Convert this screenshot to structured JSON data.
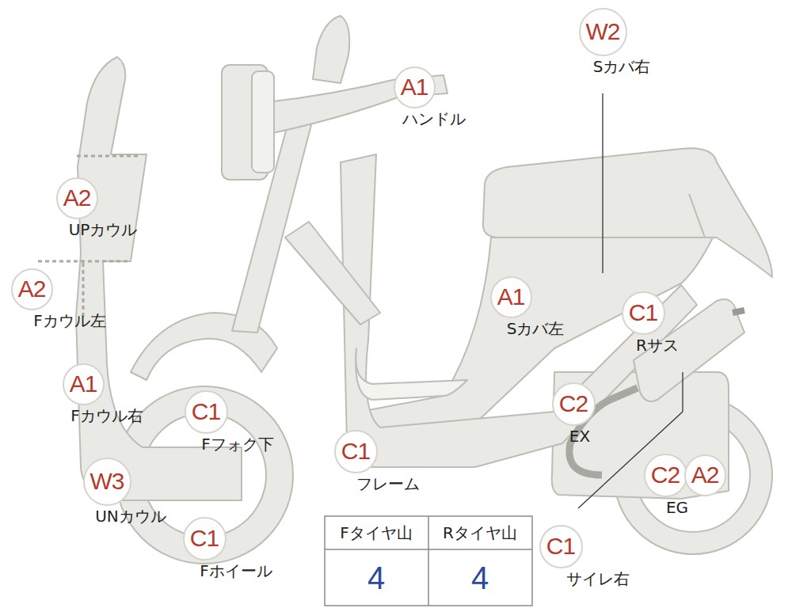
{
  "diagram": {
    "nodes": [
      {
        "text": [
          "W2",
          "Sカバ右"
        ]
      },
      {
        "text": [
          "A1",
          "ハンドル"
        ]
      },
      {
        "text": [
          "A2",
          "UPカウル"
        ]
      },
      {
        "text": [
          "A2",
          "Fカウル左"
        ]
      },
      {
        "text": [
          "A1",
          "Sカバ左"
        ]
      },
      {
        "text": [
          "C1",
          "Rサス"
        ]
      },
      {
        "text": [
          "A1",
          "Fカウル右"
        ]
      },
      {
        "text": [
          "C1",
          "Fフォク下"
        ]
      },
      {
        "text": [
          "C2",
          "EX"
        ]
      },
      {
        "text": [
          "C1",
          "フレーム"
        ]
      },
      {
        "text": [
          "W3",
          "UNカウル"
        ]
      },
      {
        "text": [
          "C2",
          "EG"
        ]
      },
      {
        "text": [
          "A2"
        ]
      },
      {
        "text": [
          "C1",
          "Fホイール"
        ]
      },
      {
        "text": [
          "C1",
          "サイレ右"
        ]
      }
    ],
    "labels": [
      "Fタイヤ山",
      "Rタイヤ山",
      "4",
      "4"
    ]
  }
}
